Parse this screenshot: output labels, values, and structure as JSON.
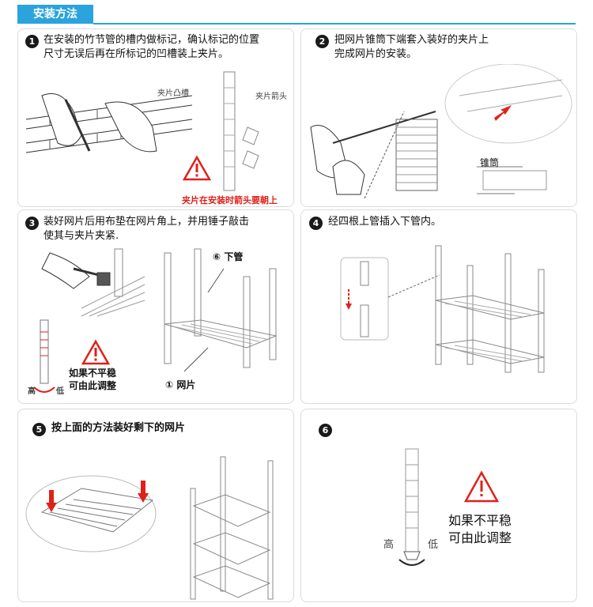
{
  "header": {
    "title": "安装方法"
  },
  "steps": [
    {
      "number": "1",
      "text_line1": "在安装的竹节管的槽内做标记，确认标记的位置",
      "text_line2": "尺寸无误后再在所标记的凹槽装上夹片。",
      "labels": {
        "clip_groove": "夹片凸槽",
        "clip_arrow": "夹片箭头"
      },
      "note": "夹片在安装时箭头要朝上"
    },
    {
      "number": "2",
      "text_line1": "把网片锥筒下端套入装好的夹片上",
      "text_line2": "完成网片的安装。",
      "labels": {
        "cone": "锥筒"
      }
    },
    {
      "number": "3",
      "text_line1": "装好网片后用布垫在网片角上，并用锤子敲击",
      "text_line2": "使其与夹片夹紧.",
      "labels": {
        "lower_pipe": "⑥ 下管",
        "mesh": "① 网片",
        "high": "高",
        "low": "低"
      },
      "warning_line1": "如果不平稳",
      "warning_line2": "可由此调整"
    },
    {
      "number": "4",
      "text_line1": "经四根上管插入下管内。"
    },
    {
      "number": "5",
      "text_line1": "按上面的方法装好剩下的网片"
    },
    {
      "number": "6",
      "warning_line1": "如果不平稳",
      "warning_line2": "可由此调整",
      "labels": {
        "high": "高",
        "low": "低"
      }
    }
  ],
  "colors": {
    "accent": "#2ba3dc",
    "warning": "#e0201a"
  }
}
